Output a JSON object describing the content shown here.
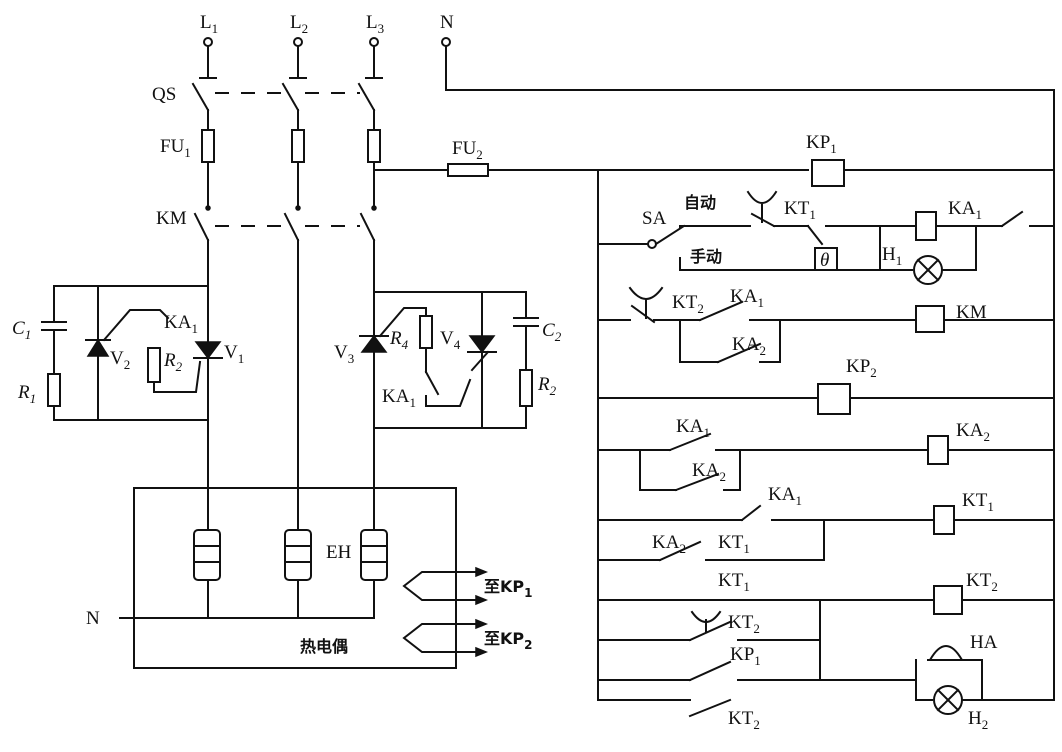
{
  "labels": {
    "phase_l1": "L",
    "phase_l1_sub": "1",
    "phase_l2": "L",
    "phase_l2_sub": "2",
    "phase_l3": "L",
    "phase_l3_sub": "3",
    "neutral_top": "N",
    "qs": "QS",
    "fu1": "FU",
    "fu1_sub": "1",
    "fu2": "FU",
    "fu2_sub": "2",
    "km_main": "KM",
    "c1": "C",
    "c1_sub": "1",
    "r1": "R",
    "r1_sub": "1",
    "v2": "V",
    "v2_sub": "2",
    "ka1_left": "KA",
    "ka1_left_sub": "1",
    "r2_left": "R",
    "r2_left_sub": "2",
    "v1": "V",
    "v1_sub": "1",
    "v3": "V",
    "v3_sub": "3",
    "r4": "R",
    "r4_sub": "4",
    "v4": "V",
    "v4_sub": "4",
    "c2": "C",
    "c2_sub": "2",
    "ka1_mid": "KA",
    "ka1_mid_sub": "1",
    "r2_right": "R",
    "r2_right_sub": "2",
    "eh": "EH",
    "neutral_left": "N",
    "to_kp1": "至KP",
    "to_kp1_sub": "1",
    "to_kp2": "至KP",
    "to_kp2_sub": "2",
    "thermocouple": "热电偶",
    "kp1": "KP",
    "kp1_sub": "1",
    "sa": "SA",
    "auto": "自动",
    "manual": "手动",
    "kt1_top": "KT",
    "kt1_top_sub": "1",
    "theta": "θ",
    "ka1_coil": "KA",
    "ka1_coil_sub": "1",
    "h1": "H",
    "h1_sub": "1",
    "kt2_r3": "KT",
    "kt2_r3_sub": "2",
    "ka1_r3": "KA",
    "ka1_r3_sub": "1",
    "ka2_r3": "KA",
    "ka2_r3_sub": "2",
    "km_coil": "KM",
    "kp2": "KP",
    "kp2_sub": "2",
    "ka1_r5": "KA",
    "ka1_r5_sub": "1",
    "ka2_r5": "KA",
    "ka2_r5_sub": "2",
    "ka2_coil": "KA",
    "ka2_coil_sub": "2",
    "ka1_r6": "KA",
    "ka1_r6_sub": "1",
    "kt1_coil": "KT",
    "kt1_coil_sub": "1",
    "ka2_r6": "KA",
    "ka2_r6_sub": "2",
    "kt1_r6": "KT",
    "kt1_r6_sub": "1",
    "kt1_r7": "KT",
    "kt1_r7_sub": "1",
    "kt2_coil": "KT",
    "kt2_coil_sub": "2",
    "kt2_r7": "KT",
    "kt2_r7_sub": "2",
    "kp1_r8": "KP",
    "kp1_r8_sub": "1",
    "ha": "HA",
    "kt2_bottom": "KT",
    "kt2_bottom_sub": "2",
    "h2": "H",
    "h2_sub": "2"
  }
}
